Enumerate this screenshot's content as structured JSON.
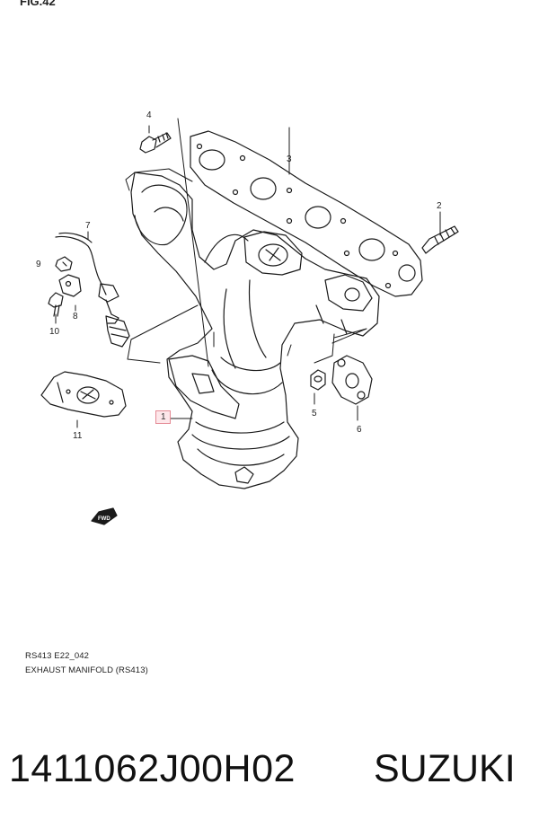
{
  "figure": {
    "title": "FIG.42",
    "code": "RS413 E22_042",
    "caption": "EXHAUST MANIFOLD (RS413)",
    "fwd_label": "FWD"
  },
  "callouts": [
    "1",
    "2",
    "3",
    "4",
    "5",
    "6",
    "7",
    "8",
    "9",
    "10",
    "11"
  ],
  "footer": {
    "part_number": "1411062J00H02",
    "brand": "SUZUKI"
  },
  "colors": {
    "line": "#1a1a1a",
    "highlight_border": "#e48a95",
    "highlight_fill": "#fde7ea"
  }
}
